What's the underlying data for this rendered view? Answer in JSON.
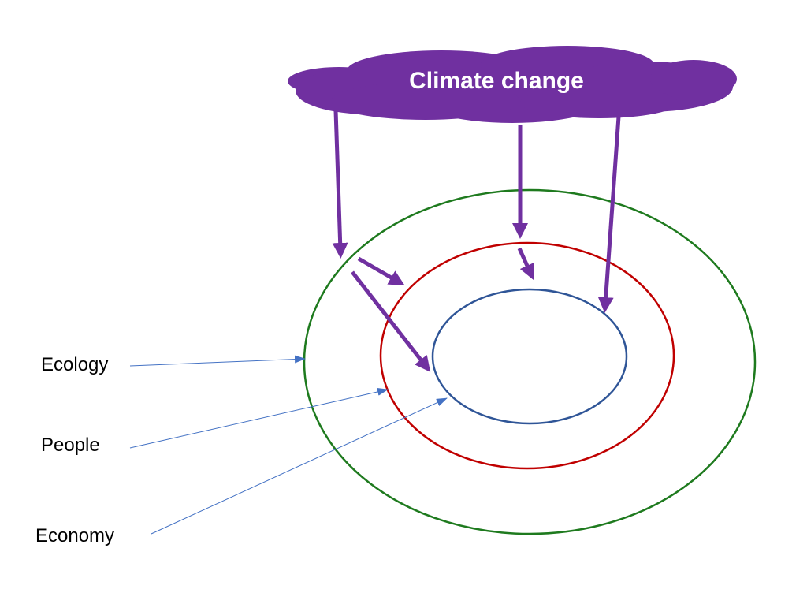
{
  "title": "Climate change",
  "labels": {
    "ecology": "Ecology",
    "people": "People",
    "economy": "Economy"
  },
  "colors": {
    "cloud": "#7030A0",
    "ecology_ring": "#1E7A1E",
    "people_ring": "#C00000",
    "economy_ring": "#2F5597",
    "pointer": "#4472C4"
  }
}
